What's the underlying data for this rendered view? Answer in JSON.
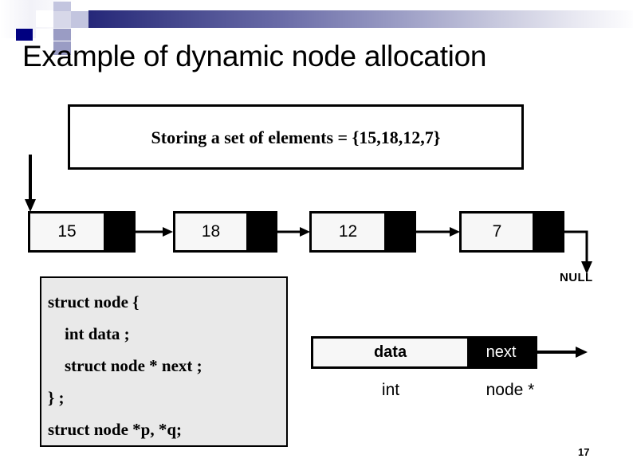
{
  "slide": {
    "title": "Example of dynamic node allocation",
    "page_number": "17",
    "colors": {
      "band_start": "#1f2175",
      "band_end": "#ffffff",
      "node_fill": "#f7f7f7",
      "pointer_fill": "#000000",
      "code_bg": "#e9e9e9"
    }
  },
  "caption": {
    "text": "Storing a set of elements = {15,18,12,7}"
  },
  "linked_list": {
    "nodes": [
      {
        "value": "15"
      },
      {
        "value": "18"
      },
      {
        "value": "12"
      },
      {
        "value": "7"
      }
    ],
    "terminator_label": "NULL"
  },
  "code": {
    "lines": [
      "struct node {",
      "    int data ;",
      "    struct node * next ;",
      "} ;",
      "struct node *p, *q;"
    ]
  },
  "struct_figure": {
    "data_field": "data",
    "next_field": "next",
    "data_type": "int",
    "next_type": "node *"
  }
}
